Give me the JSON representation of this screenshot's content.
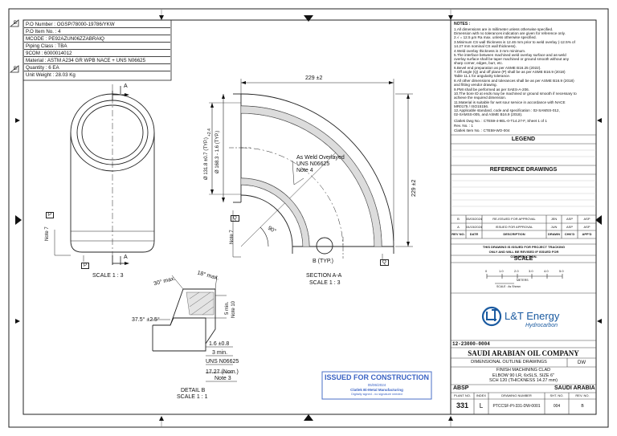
{
  "header": {
    "rev_flag": "B",
    "rows": [
      "P.O Number : OGSP/78000-19786/YKW",
      "P.O Item No. : 4",
      "MCODE : PE92AZUN06ZZABRAIQ",
      "Piping Class : TBA",
      "9COM : 6000014012",
      "Material : ASTM A234 GR WPB NACE + UNS N06625",
      "Quantity : 6 EA",
      "Unit Weight : 28.03 Kg"
    ]
  },
  "notes": {
    "title": "NOTES :",
    "lines": [
      "1.All dimensions are in millimeter unless otherwise specified.",
      "   Dimension with no tolerances indication are given for reference only.",
      "2.√ = 12.5 µm Ra max. unless otherwise specified.",
      "3.Minimum CS wall thickness is 12.46 mm prior to weld overlay (-12.5% of",
      "   14.27 mm nominal CS wall thickness).",
      "4.Weld overlay thickness is 3 mm minimum.",
      "5.The interface between machined weld overlay surface and as-weld",
      "   overlay surface shall be taper machined or ground smooth without any",
      "   sharp corner, edges, burr, etc.",
      "6.Bevel end preparation as per ASME B16.25 (2022).",
      "7.Off angle (Q) and off plane (P) shall be as per ASME B16.9 (2018)",
      "   Table 11.1 for angularity tolerance.",
      "8.All other dimensions and tolerances shall be as per ASME B16.9 (2018)",
      "   and fitting vendor drawing.",
      "9.PMI shall be performed as per SAES-A-206.",
      "10.The bore ID at ends may be machined or ground smooth if necessary to",
      "   achieve the required dimension.",
      "11.Material is suitable for wet sour service in accordance with NACE",
      "   MR0175 / ISO15156.",
      "12.Applicable standard, code and specification : 02-SAMSS-012,",
      "   02-SAMSS-005, and ASME B16.9 (2018).",
      "Clatlek Dwg No. : CTE59-4-9EL-0-T14.27-F, Sheet 1 of 1",
      "Rev. No. : 1",
      "Clatlek Item No. : CTE59-WO-004"
    ]
  },
  "legend_title": "LEGEND",
  "ref_title": "REFERENCE DRAWINGS",
  "revisions": [
    {
      "rev": "B",
      "date": "05/03/2024",
      "desc": "RE-ISSUED FOR APPROVAL",
      "drawn": "JEN",
      "chkd": "ASP",
      "appd": "ASP"
    },
    {
      "rev": "A",
      "date": "04/15/2024",
      "desc": "ISSUED FOR APPROVAL",
      "drawn": "JUN",
      "chkd": "ASP",
      "appd": "ASP"
    }
  ],
  "rev_headers": [
    "REV NO.",
    "DATE",
    "DESCRIPTION",
    "DRAWN",
    "CHK'D",
    "APP'D"
  ],
  "disclaimer": "THIS DRAWING IS ISSUED FOR PROJECT TRACKING ONLY AND WILL BE REVISED IF ISSUED FOR CONSTRUCTION.",
  "scale_title": "SCALE",
  "scale_ticks": [
    "0",
    "1.0",
    "2.0",
    "3.0",
    "4.0",
    "5.0"
  ],
  "scale_unit": "METERS",
  "scale_label": "SCALE : As Shown",
  "company_logo_text": "L&T Energy",
  "company_logo_sub": "Hydrocarbon",
  "drawing_number_small": "12-23000-0004",
  "client_name": "SAUDI ARABIAN OIL COMPANY",
  "drawing_type": "DIMENSIONAL OUTLINE DRAWINGS",
  "drawing_type_code": "DW",
  "description_lines": [
    "FINISH MACHINING CLAD",
    "ELBOW 90 LR, 6xSLS, SIZE 6\"",
    "SCH 120 (THICKNESS 14.27 mm)"
  ],
  "plant_label": "ABSP",
  "country": "SAUDI ARABIA",
  "footer_headers": [
    "PLANT NO.",
    "INDEX",
    "DRAWING NUMBER",
    "SHT. NO.",
    "REV. NO."
  ],
  "footer_values": {
    "plant_no": "331",
    "index": "L",
    "drawing_no": "PTCCSF-PI-331-DW-0001",
    "sht_no": "004",
    "rev_no": "B"
  },
  "stamp": {
    "title": "ISSUED FOR CONSTRUCTION",
    "line1": "05/06/2024",
    "line2": "Clatlek Bi-Metal Manufacturing",
    "line3": "Digitally signed - no signature needed"
  },
  "views": {
    "section_a": "A",
    "label_p": "P",
    "label_q": "Q",
    "note7": "Note 7",
    "left_view_scale": "SCALE 1 : 3",
    "section_title": "SECTION A-A",
    "section_scale": "SCALE 1 : 3",
    "detail_title": "DETAIL B",
    "detail_scale": "SCALE 1 : 1",
    "b_typ": "B (TYP.)",
    "overlay_1": "As Weld Overlayed",
    "overlay_2": "UNS N06625",
    "overlay_3": "Note 4",
    "dim_229_top": "229 ±2",
    "dim_229_right": "229 ±2",
    "dim_od": "Ø 168.3 - 1.6 (TYP.)",
    "dim_od_tol": "+2.4",
    "dim_id": "Ø 131.8 ±0.7 (TYP.)",
    "angle_90": "90°",
    "d_30": "30° max.",
    "d_18": "18° max.",
    "d_375": "37.5° ±2.5°",
    "d_5": "5 min.",
    "d_note10": "Note 10",
    "d_16": "1.6 ±0.8",
    "d_3": "3 min.",
    "d_uns": "UNS N06625",
    "d_1727": "17.27 (Nom.)",
    "d_note3": "Note 3"
  }
}
